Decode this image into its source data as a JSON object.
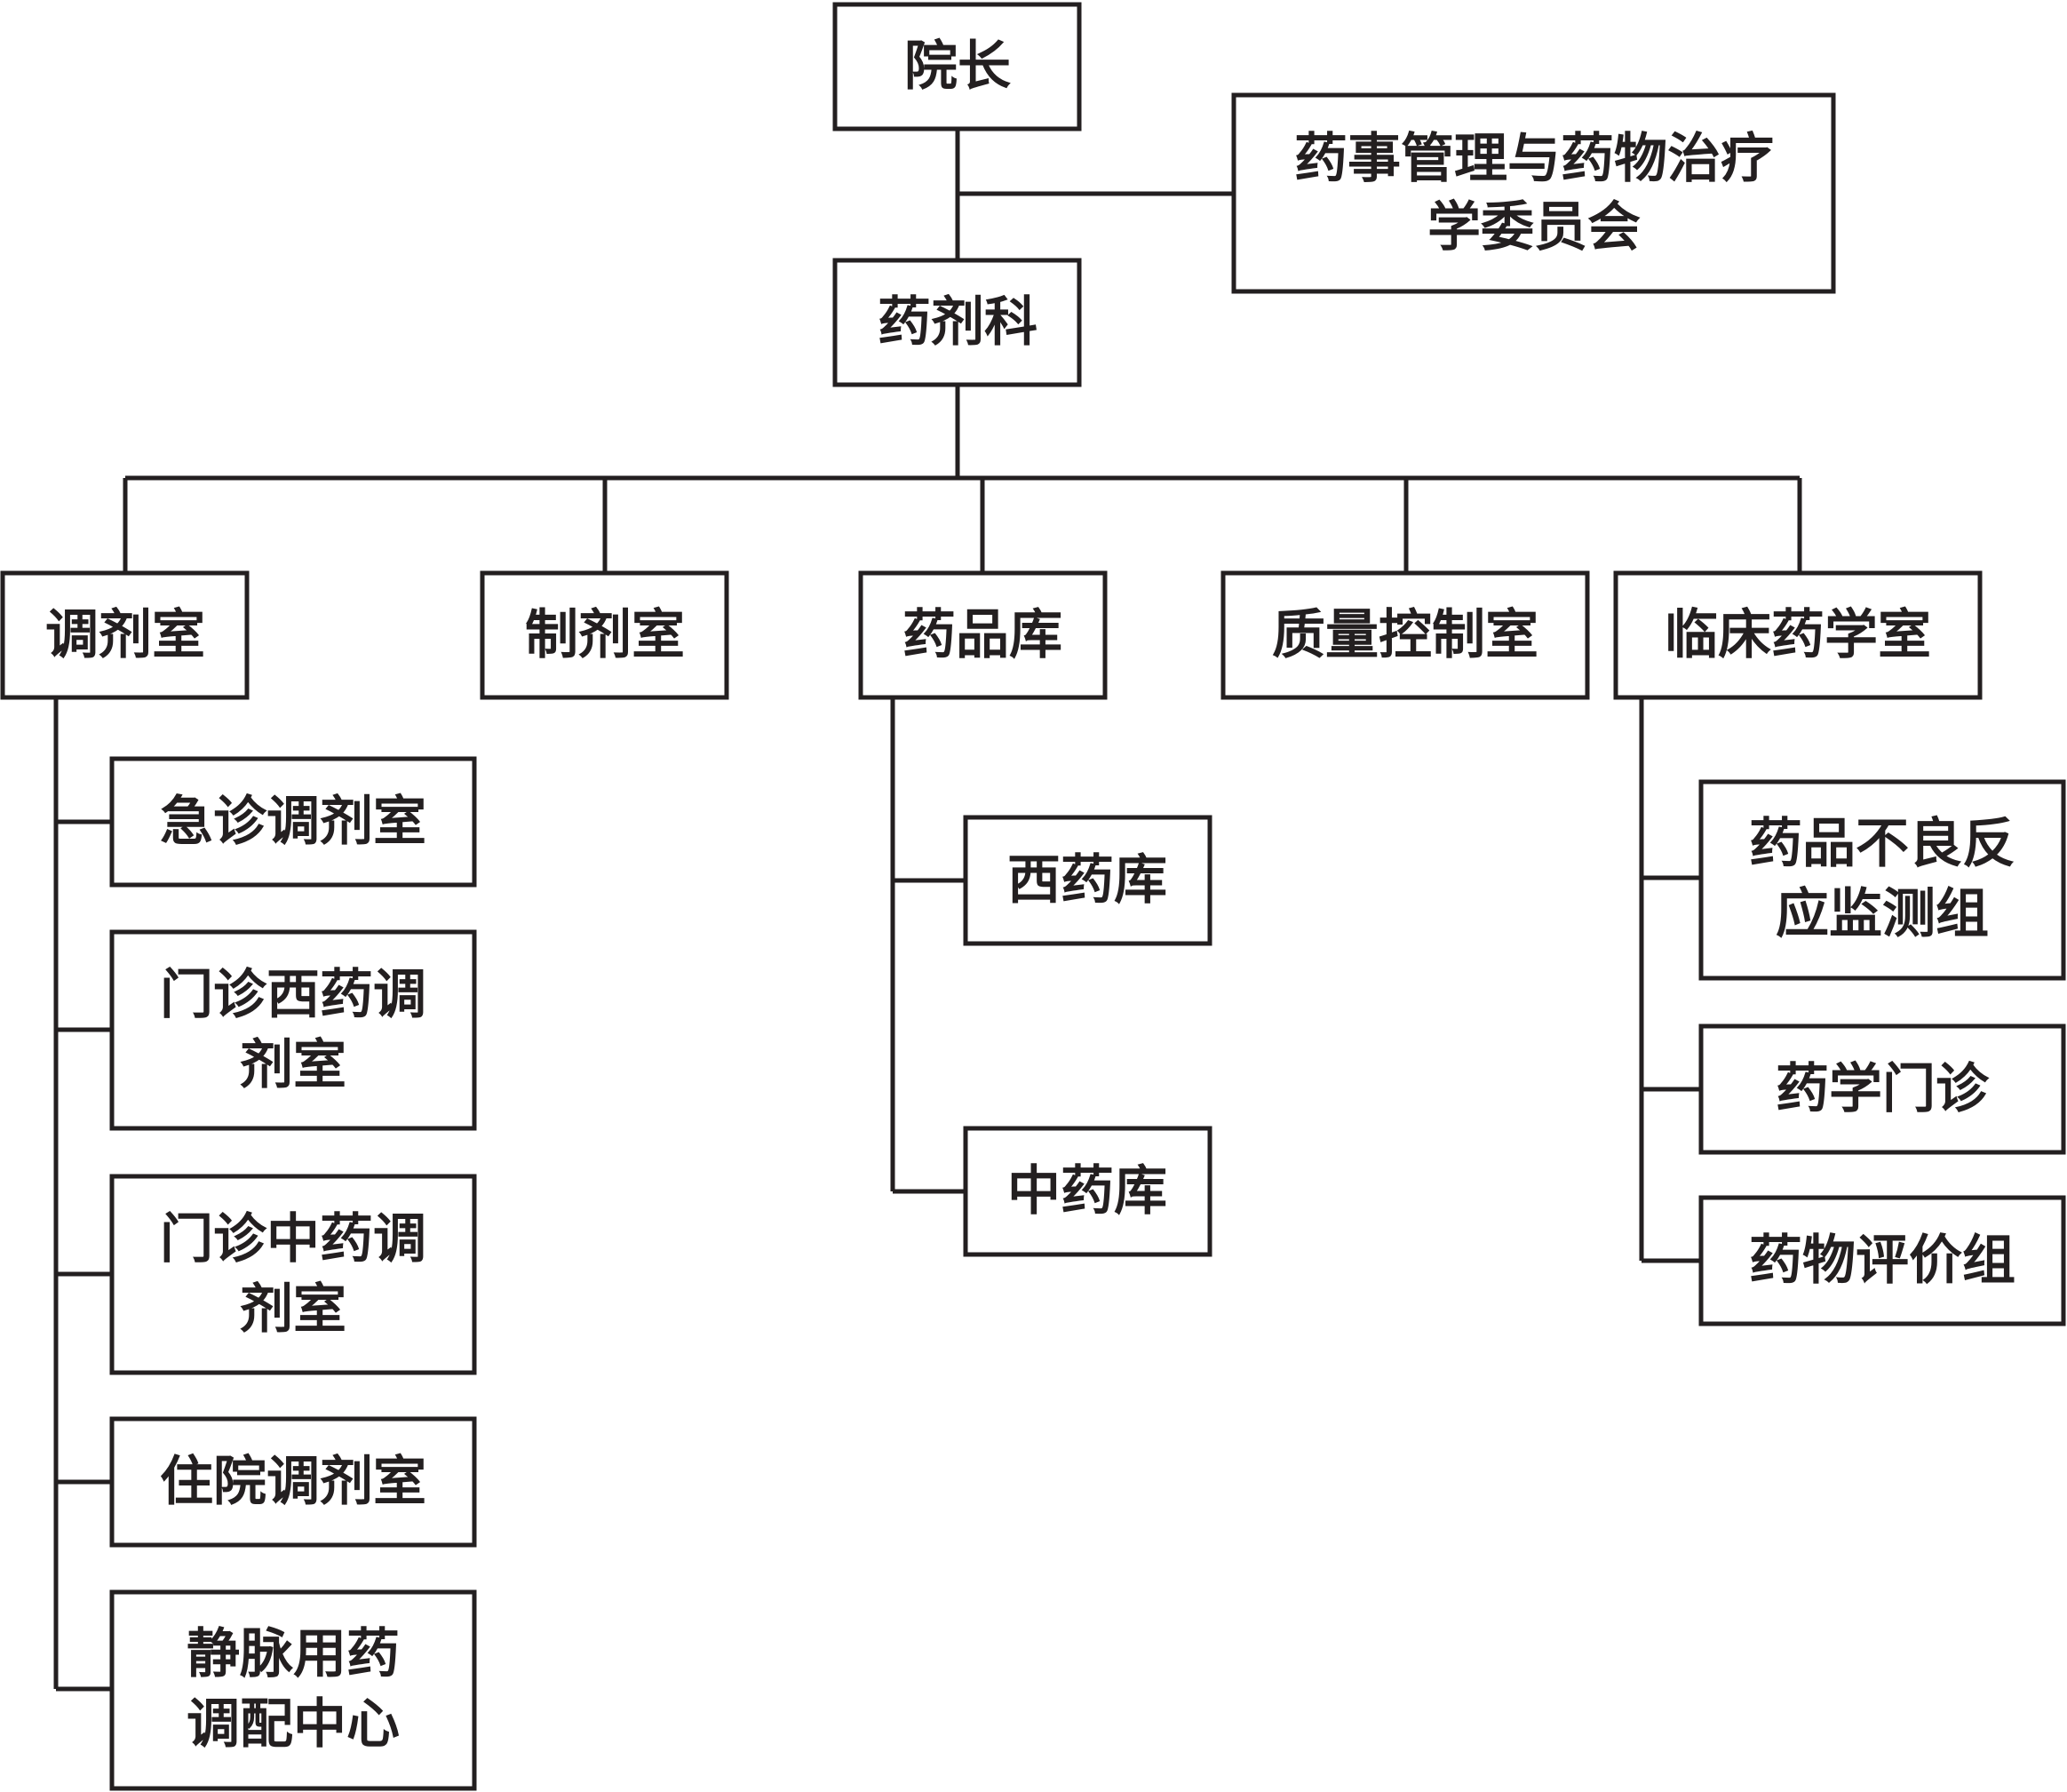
{
  "nodes": {
    "president": {
      "label": "院长"
    },
    "committee": {
      "lines": [
        "药事管理与药物治疗",
        "学委员会"
      ]
    },
    "pharmacy": {
      "label": "药剂科"
    },
    "dispensing": {
      "label": "调剂室"
    },
    "preparation": {
      "label": "制剂室"
    },
    "warehouse": {
      "label": "药品库"
    },
    "quality": {
      "label": "质量控制室"
    },
    "clinical": {
      "label": "临床药学室"
    },
    "emergency": {
      "label": "急诊调剂室"
    },
    "outpatient_western": {
      "lines": [
        "门诊西药调",
        "剂室"
      ]
    },
    "outpatient_tcm": {
      "lines": [
        "门诊中药调",
        "剂室"
      ]
    },
    "inpatient": {
      "label": "住院调剂室"
    },
    "iv_center": {
      "lines": [
        "静脉用药",
        "调配中心"
      ]
    },
    "western_store": {
      "label": "西药库"
    },
    "tcm_store": {
      "label": "中药库"
    },
    "adr_group": {
      "lines": [
        "药品不良反",
        "应监测组"
      ]
    },
    "pharm_clinic": {
      "label": "药学门诊"
    },
    "drug_eval": {
      "label": "药物评价组"
    }
  }
}
